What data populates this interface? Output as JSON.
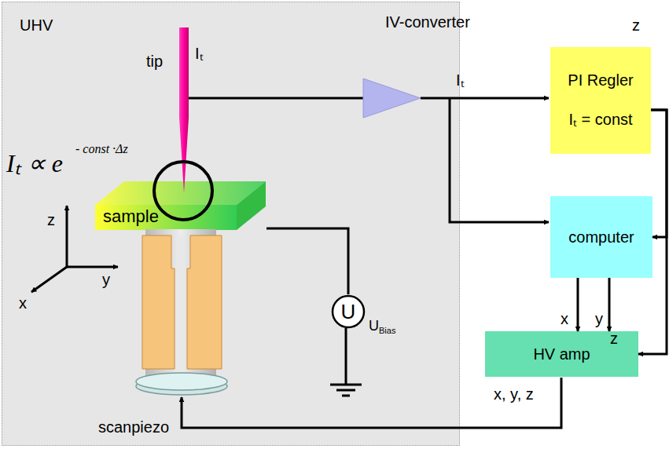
{
  "diagram": {
    "nodes": [
      {
        "text": [
          "UHV"
        ]
      },
      {
        "text": [
          "sample"
        ],
        "in": 0
      },
      {
        "text": [
          "U",
          "U",
          "Bias"
        ],
        "in": 0
      },
      {
        "text": [
          "PI Regler",
          "Iₜ = const"
        ]
      },
      {
        "text": [
          "computer"
        ]
      },
      {
        "text": [
          "HV amp"
        ]
      }
    ],
    "edges": [
      {
        "from": 1,
        "to": 2,
        "arrow": "none"
      },
      {
        "from": 3,
        "to": 4,
        "arrow": "to"
      },
      {
        "from": 3,
        "to": 5,
        "label": "z",
        "arrow": "to"
      },
      {
        "from": 4,
        "to": 5,
        "label": "x",
        "arrow": "to"
      },
      {
        "from": 4,
        "to": 5,
        "label": "y",
        "arrow": "to"
      }
    ],
    "labels": [
      "IV-converter",
      "tip",
      "Iₜ",
      "Iₜ ∝ e",
      "- const ·Δz",
      "z",
      "x",
      "y",
      "scanpiezo",
      "Iₜ",
      "z",
      "x, y, z"
    ]
  }
}
